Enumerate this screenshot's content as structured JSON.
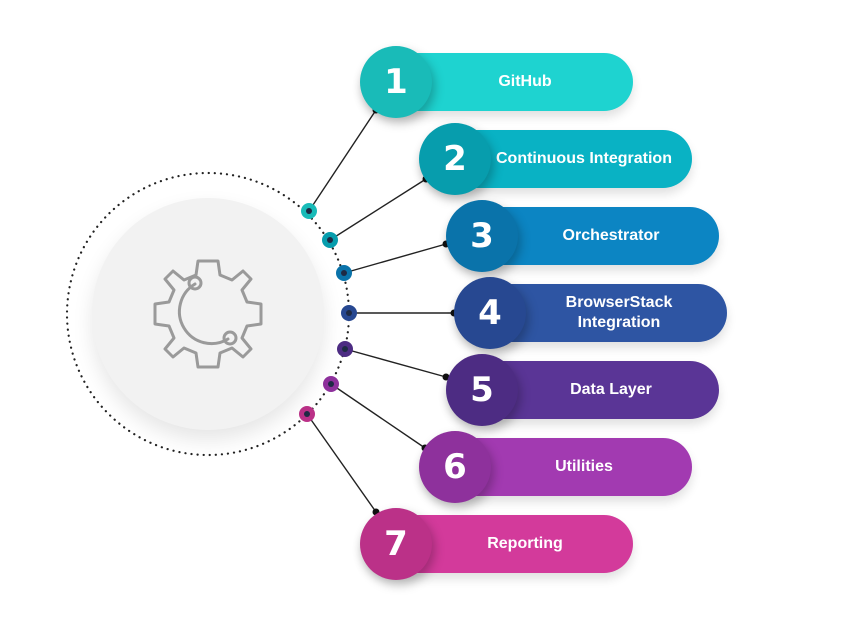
{
  "diagram": {
    "center_icon": "gear-icon",
    "steps": [
      {
        "number": "1",
        "label": "GitHub",
        "color": "#1ED3D0",
        "dark": "#19BBB8"
      },
      {
        "number": "2",
        "label": "Continuous Integration",
        "color": "#09B2C4",
        "dark": "#079DAD"
      },
      {
        "number": "3",
        "label": "Orchestrator",
        "color": "#0C85C3",
        "dark": "#0A73AA"
      },
      {
        "number": "4",
        "label": "BrowserStack Integration",
        "color": "#2E55A3",
        "dark": "#274891"
      },
      {
        "number": "5",
        "label": "Data Layer",
        "color": "#5A3596",
        "dark": "#4D2C83"
      },
      {
        "number": "6",
        "label": "Utilities",
        "color": "#A23AB1",
        "dark": "#8E319C"
      },
      {
        "number": "7",
        "label": "Reporting",
        "color": "#D33A9B",
        "dark": "#BB3188"
      }
    ]
  }
}
